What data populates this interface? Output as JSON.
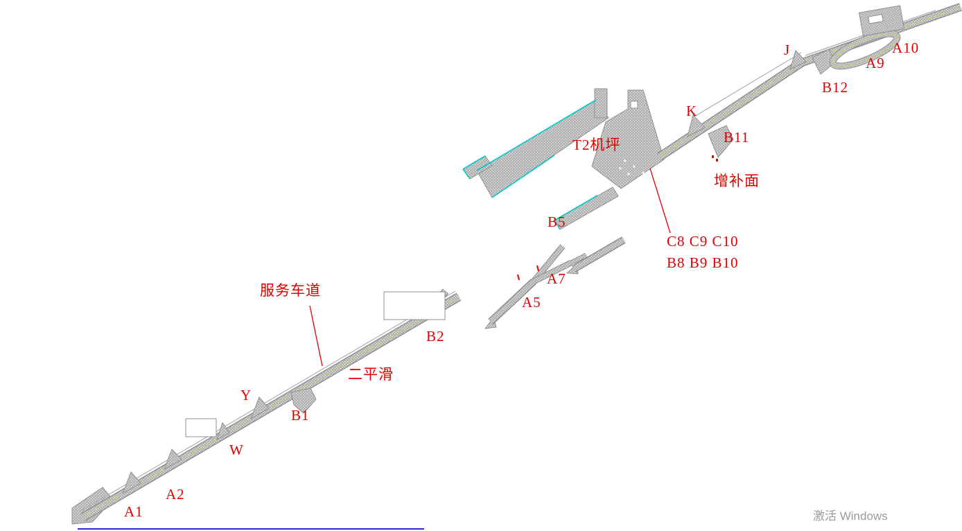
{
  "colors": {
    "background": "#ffffff",
    "label_red": "#e00000",
    "taxiway_gray": "#b5b5b5",
    "edge_gray": "#8f8f8f",
    "apron_cyan": "#00c8cc",
    "centerline_yellow": "#d6d64a",
    "baseline_blue": "#2b2bd0",
    "watermark_gray": "#9b9b9b"
  },
  "labels": {
    "a1": {
      "text": "A1"
    },
    "a2": {
      "text": "A2"
    },
    "w": {
      "text": "W"
    },
    "y": {
      "text": "Y"
    },
    "b1": {
      "text": "B1"
    },
    "er_ping_hua": {
      "text": "二平滑"
    },
    "fu_wu_che_dao": {
      "text": "服务车道"
    },
    "b2": {
      "text": "B2"
    },
    "a5": {
      "text": "A5"
    },
    "a7": {
      "text": "A7"
    },
    "b5": {
      "text": "B5"
    },
    "t2_apron": {
      "text": "T2机坪"
    },
    "c_row": {
      "text": "C8 C9 C10"
    },
    "b_row": {
      "text": "B8 B9 B10"
    },
    "zeng_bu_mian": {
      "text": "增补面"
    },
    "k": {
      "text": "K"
    },
    "b11": {
      "text": "B11"
    },
    "j": {
      "text": "J"
    },
    "b12": {
      "text": "B12"
    },
    "a9": {
      "text": "A9"
    },
    "a10": {
      "text": "A10"
    }
  },
  "watermark": {
    "text": "激活 Windows"
  }
}
